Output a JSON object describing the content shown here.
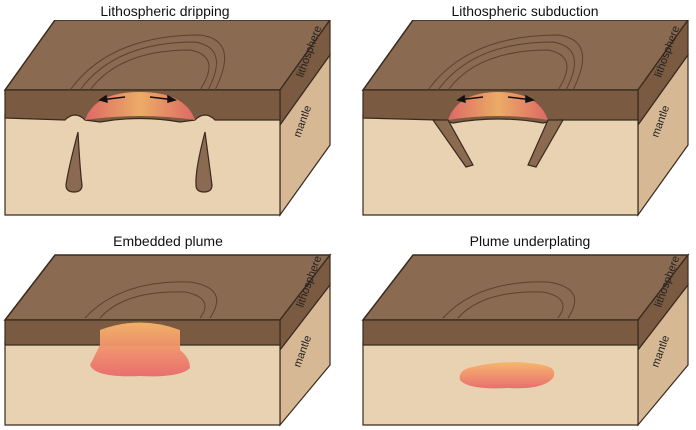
{
  "panels": [
    {
      "title": "Lithospheric dripping",
      "layer_top": "lithosphere",
      "layer_bottom": "mantle"
    },
    {
      "title": "Lithospheric subduction",
      "layer_top": "lithosphere",
      "layer_bottom": "mantle"
    },
    {
      "title": "Embedded plume",
      "layer_top": "lithosphere",
      "layer_bottom": "mantle"
    },
    {
      "title": "Plume underplating",
      "layer_top": "lithosphere",
      "layer_bottom": "mantle"
    }
  ],
  "colors": {
    "lithosphere_top": "#8a6a50",
    "lithosphere_side": "#7a5a40",
    "mantle_front": "#e8d2b2",
    "mantle_side": "#d6b994",
    "plume_hot": "#e96a6a",
    "plume_warm": "#f7b56a",
    "outline": "#3a2a1e"
  }
}
